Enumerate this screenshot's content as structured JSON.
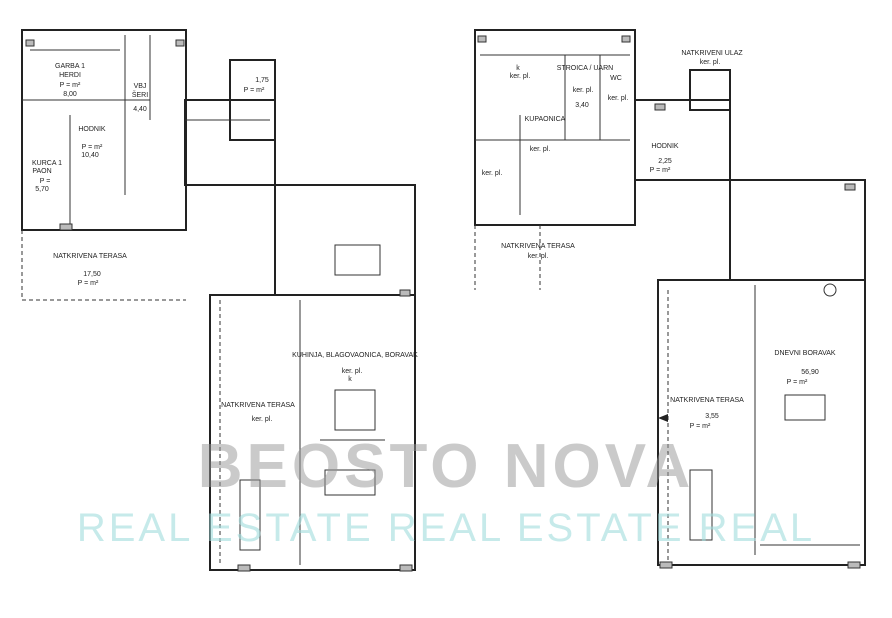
{
  "watermark": {
    "brand": "BEOSTO NOVA",
    "tagline": "REAL ESTATE REAL ESTATE REAL"
  },
  "plan_left": {
    "rooms": [
      {
        "name": "GARBA 1",
        "sub": "HERDI",
        "area_label": "P = m²",
        "area": "8,00"
      },
      {
        "name": "VBJ",
        "sub": "ŠERI",
        "area": "4,40"
      },
      {
        "name": "HODNIK",
        "area_label": "P = m²",
        "area": "10,40"
      },
      {
        "name": "KURCA 1",
        "sub": "PAON",
        "area_label": "P =",
        "area": "5,70"
      },
      {
        "name": "NATKRIVENA TERASA",
        "area": "17,50",
        "area_label": "P = m²"
      },
      {
        "name": "",
        "area": "1,75",
        "area_label": "P = m²"
      },
      {
        "name": "KUHINJA, BLAGOVAONICA, BORAVAK",
        "floor": "ker. pl.",
        "mark": "k"
      },
      {
        "name": "NATKRIVENA TERASA",
        "floor": "ker. pl."
      }
    ]
  },
  "plan_right": {
    "rooms": [
      {
        "name": "k",
        "floor": "ker. pl."
      },
      {
        "name": "STROICA / UARN",
        "floor": "ker. pl.",
        "area": "3,40"
      },
      {
        "name": "WC",
        "floor": "ker. pl."
      },
      {
        "name": "KUPAONICA",
        "floor": "ker. pl."
      },
      {
        "name": "ker. pl."
      },
      {
        "name": "NATKRIVENA TERASA",
        "floor": "ker. pl."
      },
      {
        "name": "NATKRIVENI ULAZ",
        "floor": "ker. pl."
      },
      {
        "name": "HODNIK",
        "area": "2,25",
        "area_label": "P = m²"
      },
      {
        "name": "DNEVNI BORAVAK",
        "area": "56,90",
        "area_label": "P = m²"
      },
      {
        "name": "NATKRIVENA TERASA",
        "area": "3,55",
        "area_label": "P = m²"
      }
    ]
  }
}
